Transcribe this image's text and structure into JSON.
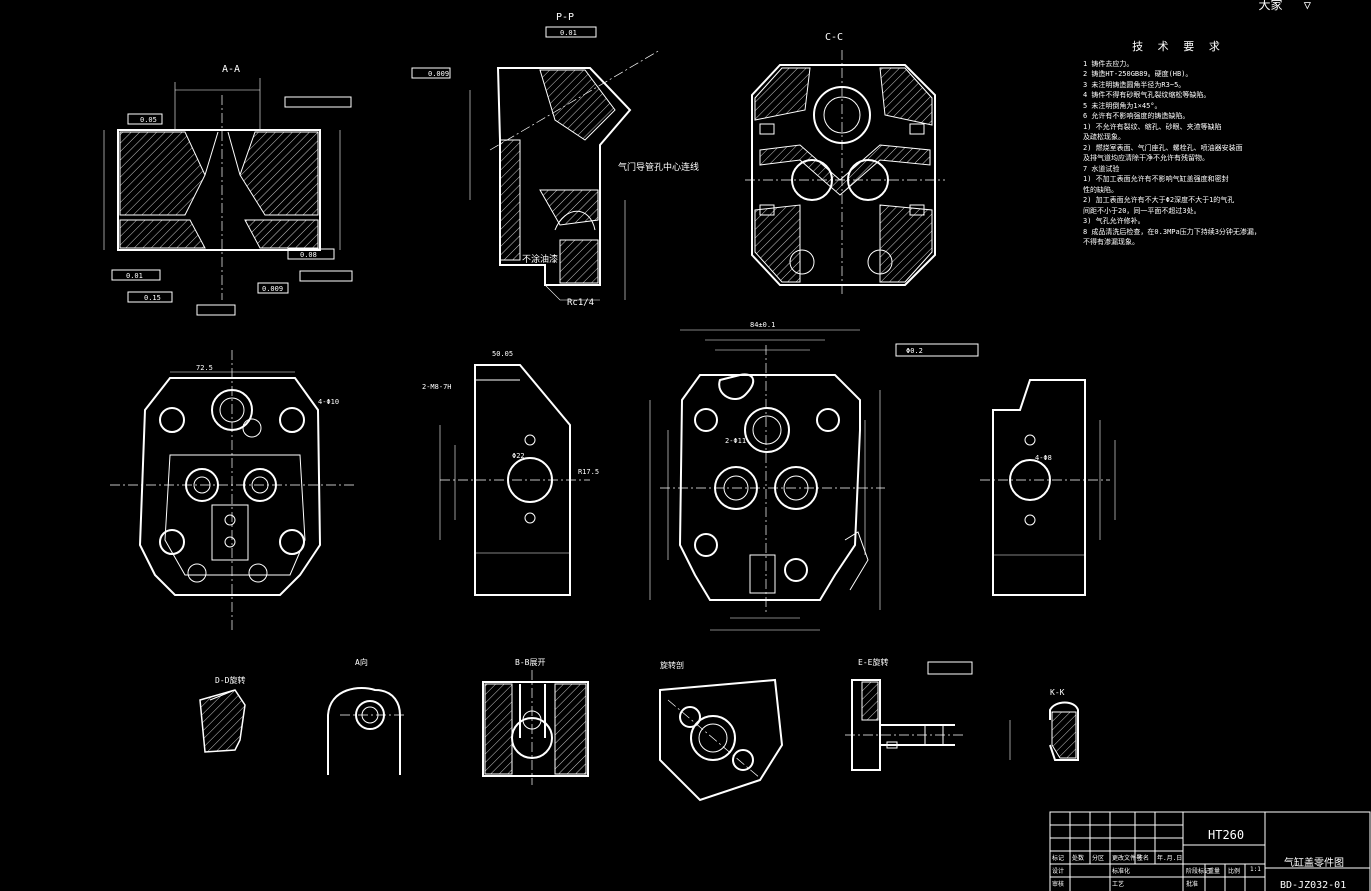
{
  "app": {
    "menu": [
      "大家",
      "▽"
    ]
  },
  "views": {
    "aa": "A-A",
    "pp": "P-P",
    "cc": "C-C",
    "d_rot": "D-D旋转",
    "a_dir": "A向",
    "bb_rot": "B-B展开",
    "rot": "旋转剖",
    "ee_rot": "E-E旋转",
    "kk": "K-K"
  },
  "labels": {
    "valve_hole": "气门导管孔中心连线",
    "no_paint": "不涂油漆",
    "thread": "Rc1/4",
    "tol1": "0.05",
    "tol2": "0.009",
    "tol3": "0.01",
    "tol4": "0.08",
    "tol5": "0.15",
    "dim1": "72.5",
    "dim2": "50.05",
    "dim3": "84±0.1",
    "dim4": "4-Φ10",
    "dim5": "2-Φ11",
    "dim6": "Φ22",
    "dim7": "R17.5",
    "dim8": "2-M8-7H",
    "dim9": "Φ0.2",
    "dim10": "4-Φ8"
  },
  "tech_requirements": {
    "title": "技 术 要 求",
    "lines": [
      "1 铸件去应力。",
      "2 铸造HT-250GB89。硬度(HB)。",
      "3 未注明铸造圆角半径为R3~5。",
      "4 铸件不得有砂眼气孔裂纹缩松等缺陷。",
      "5 未注明倒角为1×45°。",
      "6 允许有不影响强度的铸造缺陷。",
      "  1) 不允许有裂纹、缩孔、砂眼、夹渣等缺陷",
      "  及疏松现象。",
      "  2) 燃烧室表面、气门座孔、螺栓孔、喷油器安装面",
      "  及排气道均应清除干净不允许有残留物。",
      "7 水道试验",
      "  1) 不加工表面允许有不影响气缸盖强度和密封",
      "  性的缺陷。",
      "  2) 加工表面允许有不大于Φ2深度不大于1的气孔",
      "  间距不小于20，同一平面不超过3处。",
      "  3) 气孔允许修补。",
      "8 成品清洗后检查，在0.3MPa压力下持续3分钟无渗漏，",
      "  不得有渗漏现象。"
    ]
  },
  "title_block": {
    "material": "HT260",
    "part_name": "气缸盖零件图",
    "drawing_no": "BD-JZ032-01",
    "cells": [
      "标记",
      "处数",
      "分区",
      "更改文件号",
      "签名",
      "年.月.日",
      "设计",
      "标准化",
      "阶段标记",
      "重量",
      "比例",
      "审核",
      "工艺",
      "批准",
      "1:1"
    ]
  }
}
